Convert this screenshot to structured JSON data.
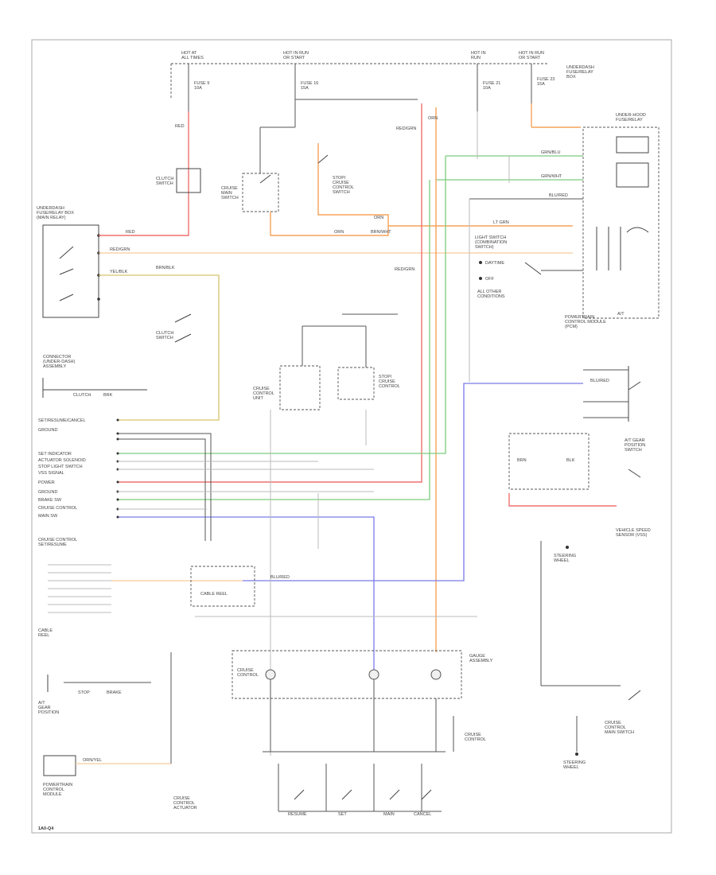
{
  "diagram": {
    "footer_code": "1A0-Q4",
    "top_labels": [
      "HOT AT ALL TIMES",
      "HOT IN RUN OR START",
      "HOT IN RUN",
      "HOT IN RUN OR START"
    ],
    "fuse_labels": [
      "FUSE 9 10A",
      "FUSE 16 15A",
      "FUSE 21 10A",
      "FUSE 23 15A"
    ],
    "component_labels": [
      "UNDERDASH FUSE/RELAY BOX",
      "CRUISE MAIN SWITCH",
      "CRUISE CONTROL UNIT",
      "STOP LIGHT SWITCH",
      "CLUTCH SWITCH",
      "GAUGE ASSEMBLY",
      "CRUISE CONTROL ACTUATOR",
      "VEHICLE SPEED SENSOR",
      "CABLE REEL",
      "CRUISE CONTROL SET/RESUME SWITCH",
      "POWERTRAIN CONTROL MODULE",
      "A/T GEAR POSITION SWITCH",
      "STEERING WHEEL"
    ],
    "switch_labels": [
      "RESUME",
      "SET",
      "MAIN",
      "CANCEL"
    ],
    "wire_colors": {
      "red": "#f07070",
      "orange": "#f5a35a",
      "green": "#7dcc7d",
      "yellow": "#d7c46a",
      "blue": "#7a7ae8",
      "black": "#555555"
    }
  }
}
